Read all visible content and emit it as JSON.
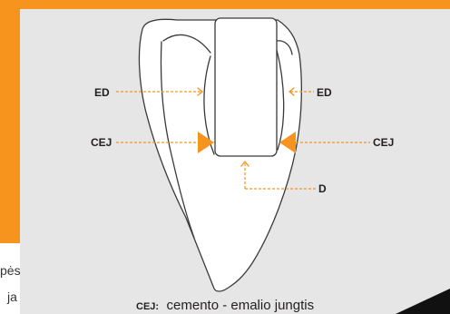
{
  "colors": {
    "accent": "#F7941D",
    "panel": "#E6E6E7",
    "ink": "#231F20"
  },
  "labels": {
    "ed_left": "ED",
    "ed_right": "ED",
    "cej_left": "CEJ",
    "cej_right": "CEJ",
    "d": "D"
  },
  "caption": {
    "term": "CEJ:",
    "definition": "cemento - emalio jungtis"
  },
  "side_text": {
    "line1": "pės",
    "line2": "ja"
  }
}
